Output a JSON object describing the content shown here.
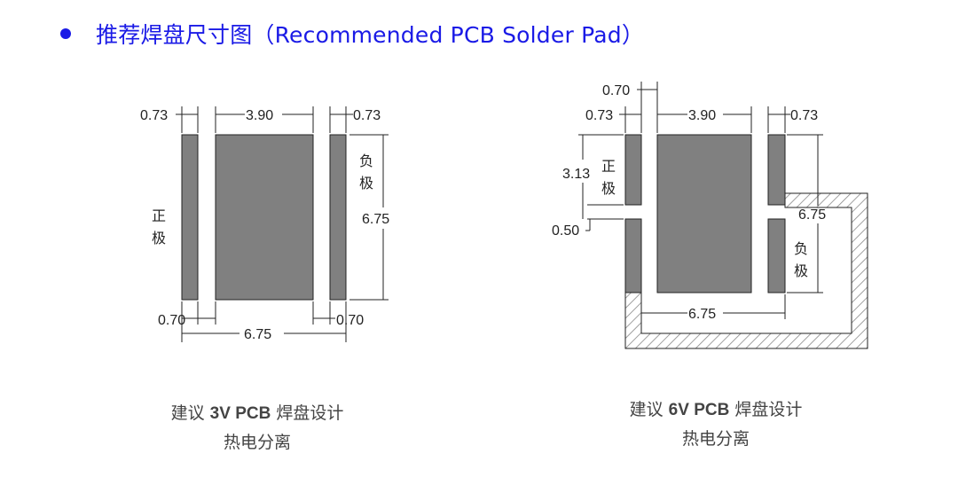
{
  "heading": {
    "title": "推荐焊盘尺寸图（Recommended PCB Solder Pad）",
    "color": "#1a1ae6"
  },
  "diagram_3v": {
    "dims": {
      "pad_left_width": "0.73",
      "center_width": "3.90",
      "pad_right_width": "0.73",
      "gap_left": "0.70",
      "gap_right": "0.70",
      "total_width": "6.75",
      "height": "6.75"
    },
    "labels": {
      "positive_1": "正",
      "positive_2": "极",
      "negative_1": "负",
      "negative_2": "极"
    },
    "caption": {
      "prefix": "建议 ",
      "bold": "3V PCB",
      "suffix": " 焊盘设计",
      "line2": "热电分离"
    }
  },
  "diagram_6v": {
    "dims": {
      "gap_top": "0.70",
      "pad_left_width": "0.73",
      "center_width": "3.90",
      "pad_right_width": "0.73",
      "upper_height": "3.13",
      "slot_gap": "0.50",
      "height": "6.75",
      "total_width": "6.75"
    },
    "labels": {
      "positive_1": "正",
      "positive_2": "极",
      "negative_1": "负",
      "negative_2": "极"
    },
    "caption": {
      "prefix": "建议 ",
      "bold": "6V PCB",
      "suffix": " 焊盘设计",
      "line2": "热电分离"
    }
  },
  "colors": {
    "pad": "#808080",
    "pad_stroke": "#222222",
    "dimension_line": "#222222",
    "hatch": "#888888"
  }
}
